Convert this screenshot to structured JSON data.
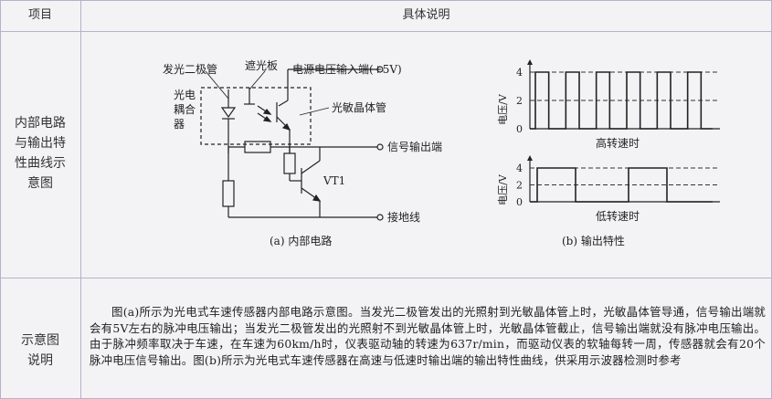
{
  "table": {
    "header": {
      "col1": "项目",
      "col2": "具体说明"
    },
    "row1_label": [
      "内部电路",
      "与输出特",
      "性曲线示",
      "意图"
    ],
    "row2_label": [
      "示意图",
      "说明"
    ]
  },
  "circuit": {
    "labels": {
      "led": "发光二极管",
      "shutter": "遮光板",
      "power": "电源电压输入端(+5V)",
      "coupler": [
        "光电",
        "耦合",
        "器"
      ],
      "phototransistor": "光敏晶体管",
      "signal_out": "信号输出端",
      "vt1": "VT1",
      "ground": "接地线"
    },
    "caption": "(a) 内部电路"
  },
  "charts_caption": "(b) 输出特性",
  "chart_data": [
    {
      "type": "line",
      "title": "高转速时",
      "ylabel": "电压/V",
      "yticks": [
        0,
        2,
        4
      ],
      "ylim": [
        0,
        4
      ],
      "high_level": 4,
      "low_level": 0,
      "pulses": 6
    },
    {
      "type": "line",
      "title": "低转速时",
      "ylabel": "电压/V",
      "yticks": [
        0,
        2,
        4
      ],
      "ylim": [
        0,
        4
      ],
      "high_level": 4,
      "low_level": 0,
      "pulses": 2
    }
  ],
  "description": "图(a)所示为光电式车速传感器内部电路示意图。当发光二极管发出的光照射到光敏晶体管上时，光敏晶体管导通，信号输出端就会有5V左右的脉冲电压输出；当发光二极管发出的光照射不到光敏晶体管上时，光敏晶体管截止，信号输出端就没有脉冲电压输出。由于脉冲频率取决于车速，在车速为60km/h时，仪表驱动轴的转速为637r/min，而驱动仪表的软轴每转一周，传感器就会有20个脉冲电压信号输出。图(b)所示为光电式车速传感器在高速与低速时输出端的输出特性曲线，供采用示波器检测时参考"
}
